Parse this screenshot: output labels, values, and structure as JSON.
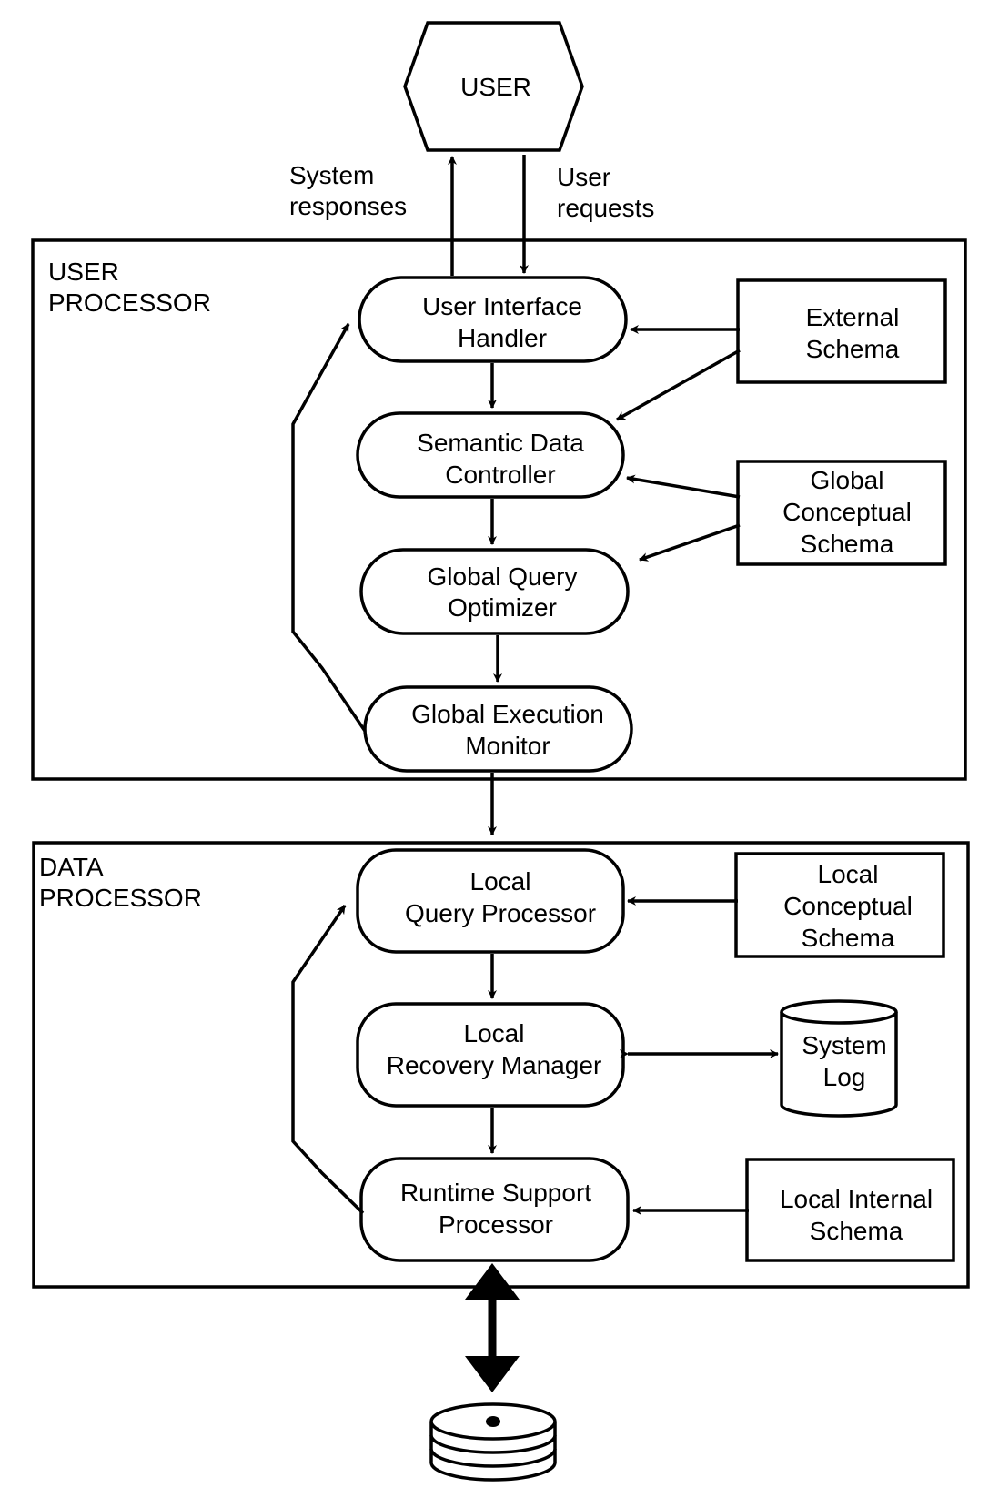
{
  "user": {
    "label": "USER"
  },
  "flow_labels": {
    "system_responses": [
      "System",
      "responses"
    ],
    "user_requests": [
      "User",
      "requests"
    ]
  },
  "user_processor": {
    "title": [
      "USER",
      "PROCESSOR"
    ],
    "modules": {
      "ui_handler": [
        "User  Interface",
        "Handler"
      ],
      "semantic_controller": [
        "Semantic Data",
        "Controller"
      ],
      "query_optimizer": [
        "Global Query",
        "Optimizer"
      ],
      "execution_monitor": [
        "Global Execution",
        "Monitor"
      ]
    },
    "schemas": {
      "external": [
        "External",
        "Schema"
      ],
      "global_conceptual": [
        "Global",
        "Conceptual",
        "Schema"
      ]
    }
  },
  "data_processor": {
    "title": [
      "DATA",
      "PROCESSOR"
    ],
    "modules": {
      "local_query": [
        "Local",
        "Query Processor"
      ],
      "recovery_manager": [
        "Local",
        "Recovery Manager"
      ],
      "runtime_support": [
        "Runtime Support",
        "Processor"
      ]
    },
    "schemas": {
      "local_conceptual": [
        "Local",
        "Conceptual",
        "Schema"
      ],
      "local_internal": [
        "Local Internal",
        "Schema"
      ]
    },
    "system_log": [
      "System",
      "Log"
    ]
  }
}
